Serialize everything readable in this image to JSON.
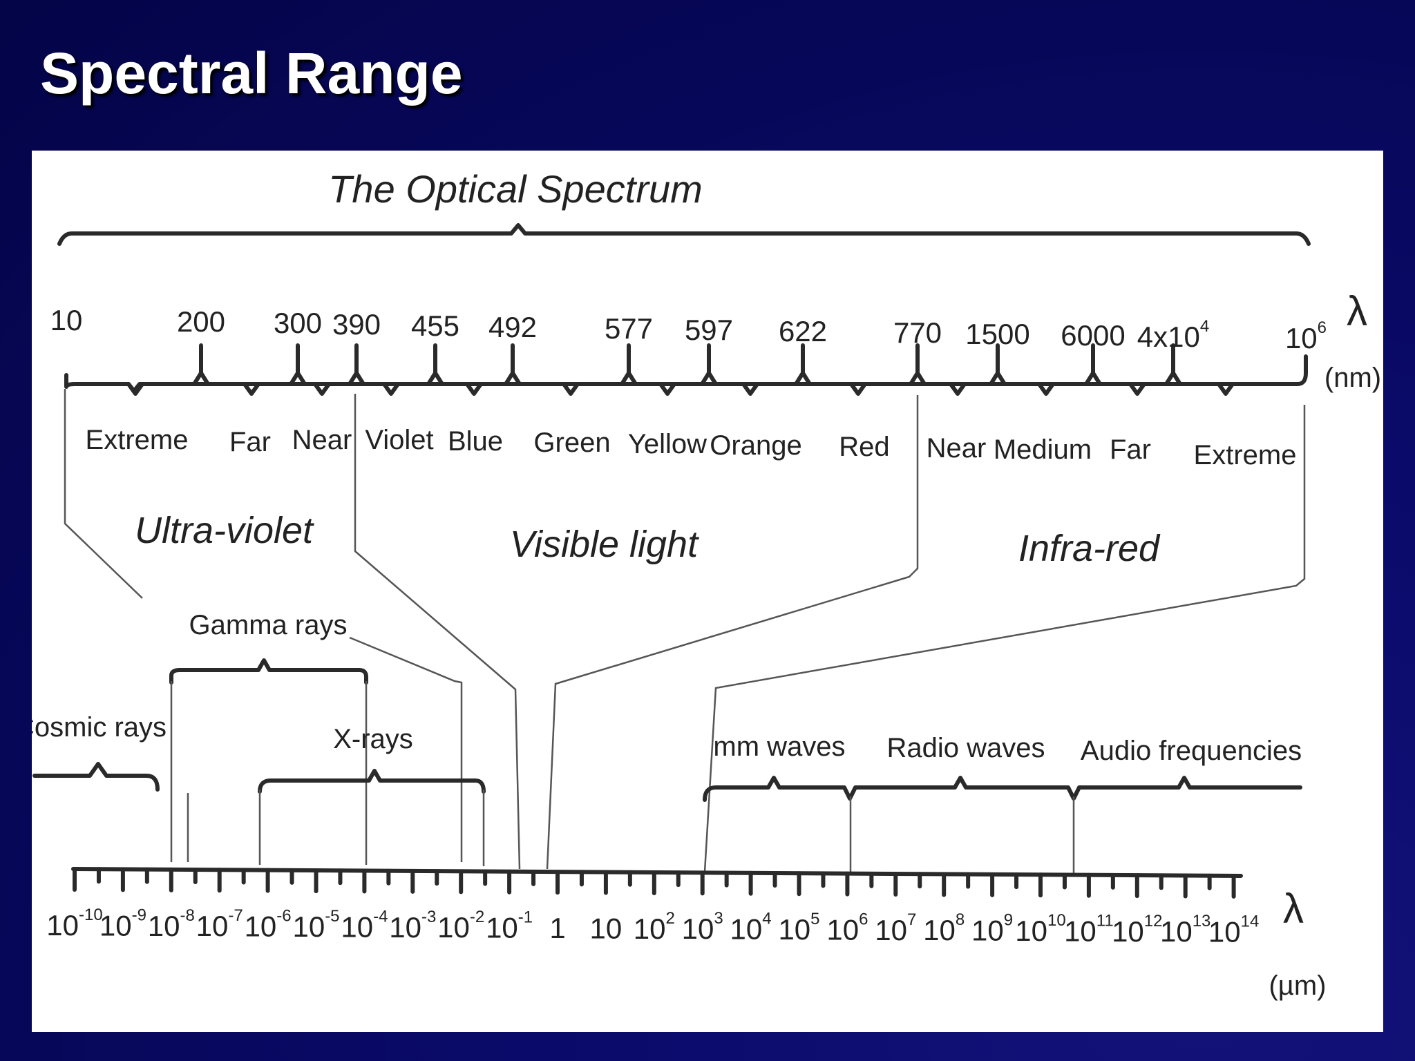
{
  "slide": {
    "title": "Spectral Range"
  },
  "diagram": {
    "optical_title": "The Optical Spectrum",
    "nm_scale": {
      "ticks": [
        "10",
        "200",
        "300",
        "390",
        "455",
        "492",
        "577",
        "597",
        "622",
        "770",
        "1500",
        "6000",
        "4x10^4",
        "10^6"
      ],
      "symbol": "λ",
      "unit": "(nm)"
    },
    "subbands": [
      "Extreme",
      "Far",
      "Near",
      "Violet",
      "Blue",
      "Green",
      "Yellow",
      "Orange",
      "Red",
      "Near",
      "Medium",
      "Far",
      "Extreme"
    ],
    "regions": [
      "Ultra-violet",
      "Visible light",
      "Infra-red"
    ],
    "bands": [
      "Gamma rays",
      "Cosmic rays",
      "X-rays",
      "mm waves",
      "Radio waves",
      "Audio frequencies"
    ],
    "um_scale": {
      "ticks": [
        "10^-10",
        "10^-9",
        "10^-8",
        "10^-7",
        "10^-6",
        "10^-5",
        "10^-4",
        "10^-3",
        "10^-2",
        "10^-1",
        "1",
        "10",
        "10^2",
        "10^3",
        "10^4",
        "10^5",
        "10^6",
        "10^7",
        "10^8",
        "10^9",
        "10^10",
        "10^11",
        "10^12",
        "10^13",
        "10^14"
      ],
      "symbol": "λ",
      "unit": "(µm)"
    }
  }
}
